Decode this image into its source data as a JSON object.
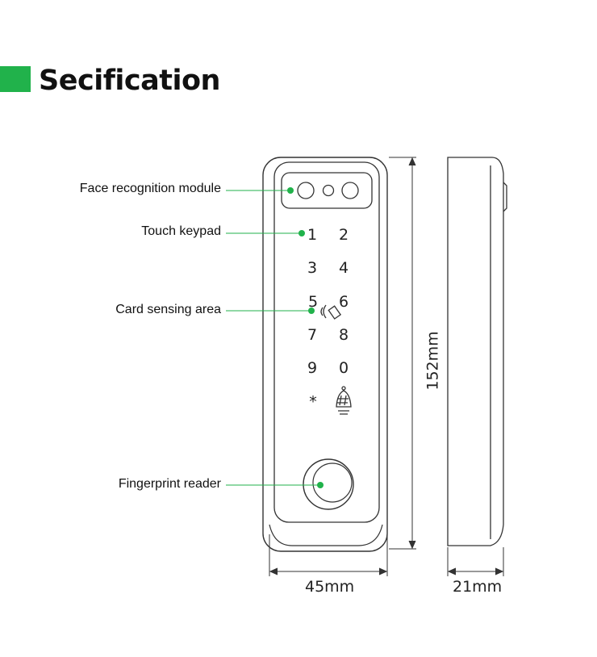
{
  "title": "Secification",
  "labels": {
    "face": "Face recognition module",
    "keypad": "Touch keypad",
    "card": "Card sensing area",
    "fingerprint": "Fingerprint reader"
  },
  "keys": [
    "1",
    "2",
    "3",
    "4",
    "5",
    "6",
    "7",
    "8",
    "9",
    "0",
    "*"
  ],
  "dimensions": {
    "height": "152mm",
    "width": "45mm",
    "depth": "21mm"
  },
  "colors": {
    "accent": "#21b24b",
    "leader": "#21b24b",
    "outline": "#333333"
  },
  "icons": [
    "rfid-card-icon",
    "bell-hash-icon",
    "fingerprint-sensor-icon"
  ]
}
